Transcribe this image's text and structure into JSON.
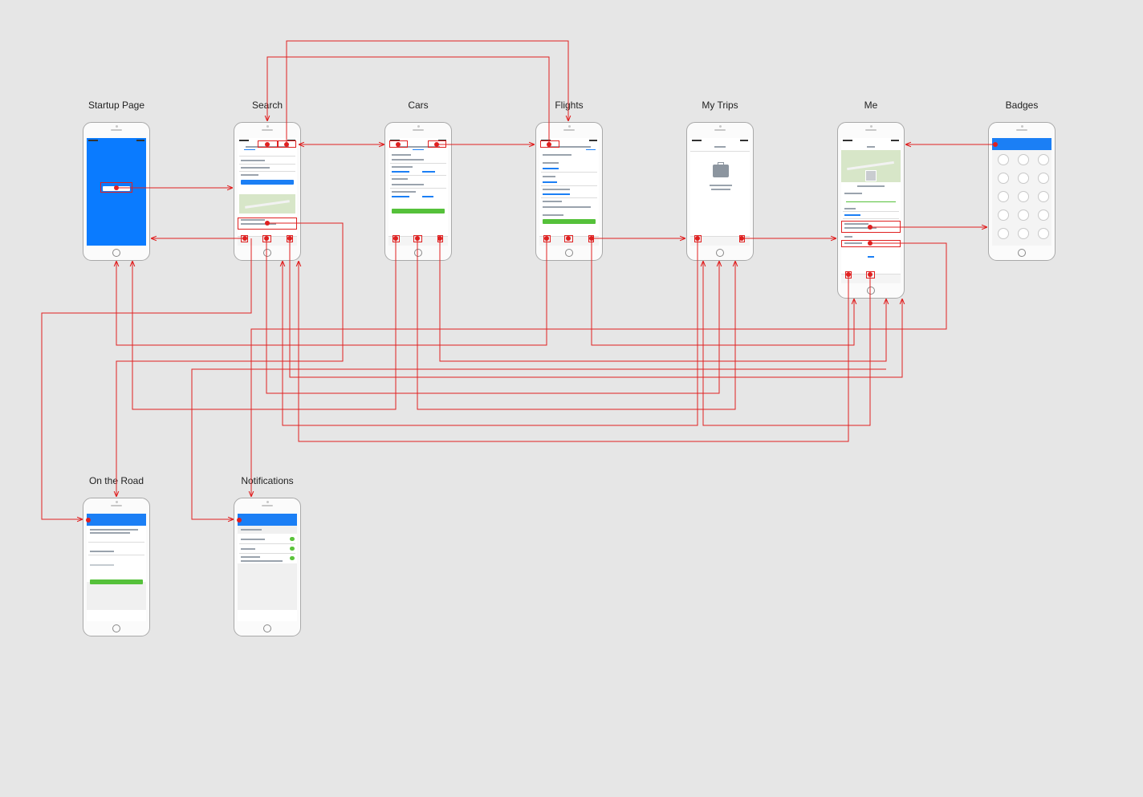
{
  "screens": {
    "startup": "Startup Page",
    "search": "Search",
    "cars": "Cars",
    "flights": "Flights",
    "trips": "My Trips",
    "me": "Me",
    "badges": "Badges",
    "road": "On the Road",
    "notifications": "Notifications"
  },
  "colors": {
    "primary": "#1b7ff5",
    "startup_bg": "#0a7bff",
    "green": "#55c13a",
    "link": "#e02020"
  }
}
